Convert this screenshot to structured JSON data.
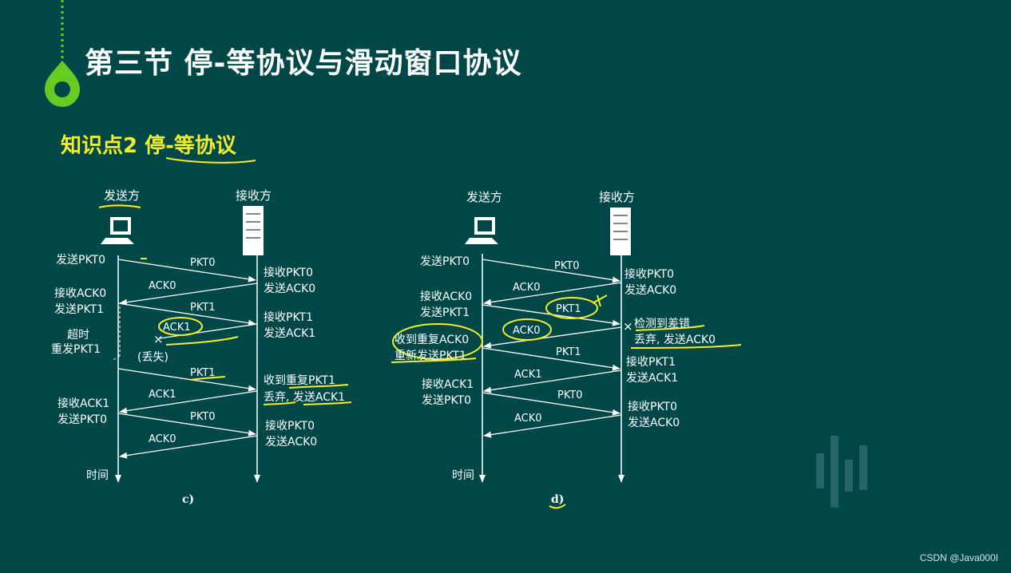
{
  "slide": {
    "title": "第三节  停-等协议与滑动窗口协议",
    "subtitle": "知识点2  停-等协议",
    "watermark": "CSDN @Java000I"
  },
  "diagram_c": {
    "sender_label": "发送方",
    "receiver_label": "接收方",
    "time_label": "时间",
    "caption": "c)",
    "sender_notes": [
      "发送PKT0",
      "接收ACK0",
      "发送PKT1",
      "超时",
      "重发PKT1",
      "接收ACK1",
      "发送PKT0"
    ],
    "receiver_notes": [
      "接收PKT0",
      "发送ACK0",
      "接收PKT1",
      "发送ACK1",
      "收到重复PKT1",
      "丢弃, 发送ACK1",
      "接收PKT0",
      "发送ACK0"
    ],
    "messages": [
      "PKT0",
      "ACK0",
      "PKT1",
      "ACK1",
      "PKT1",
      "ACK1",
      "PKT0",
      "ACK0"
    ],
    "lost_label": "(丢失)",
    "lost_mark": "×"
  },
  "diagram_d": {
    "sender_label": "发送方",
    "receiver_label": "接收方",
    "time_label": "时间",
    "caption": "d)",
    "sender_notes": [
      "发送PKT0",
      "接收ACK0",
      "发送PKT1",
      "收到重复ACK0",
      "重新发送PKT1",
      "接收ACK1",
      "发送PKT0"
    ],
    "receiver_notes": [
      "接收PKT0",
      "发送ACK0",
      "检测到差错",
      "丢弃, 发送ACK0",
      "接收PKT1",
      "发送ACK1",
      "接收PKT0",
      "发送ACK0"
    ],
    "messages": [
      "PKT0",
      "ACK0",
      "PKT1",
      "ACK0",
      "PKT1",
      "ACK1",
      "PKT0",
      "ACK0"
    ],
    "error_mark": "×"
  },
  "colors": {
    "background": "#004848",
    "accent_green": "#66cc22",
    "highlight_yellow": "#f2ee2a",
    "line_white": "#ffffff"
  }
}
